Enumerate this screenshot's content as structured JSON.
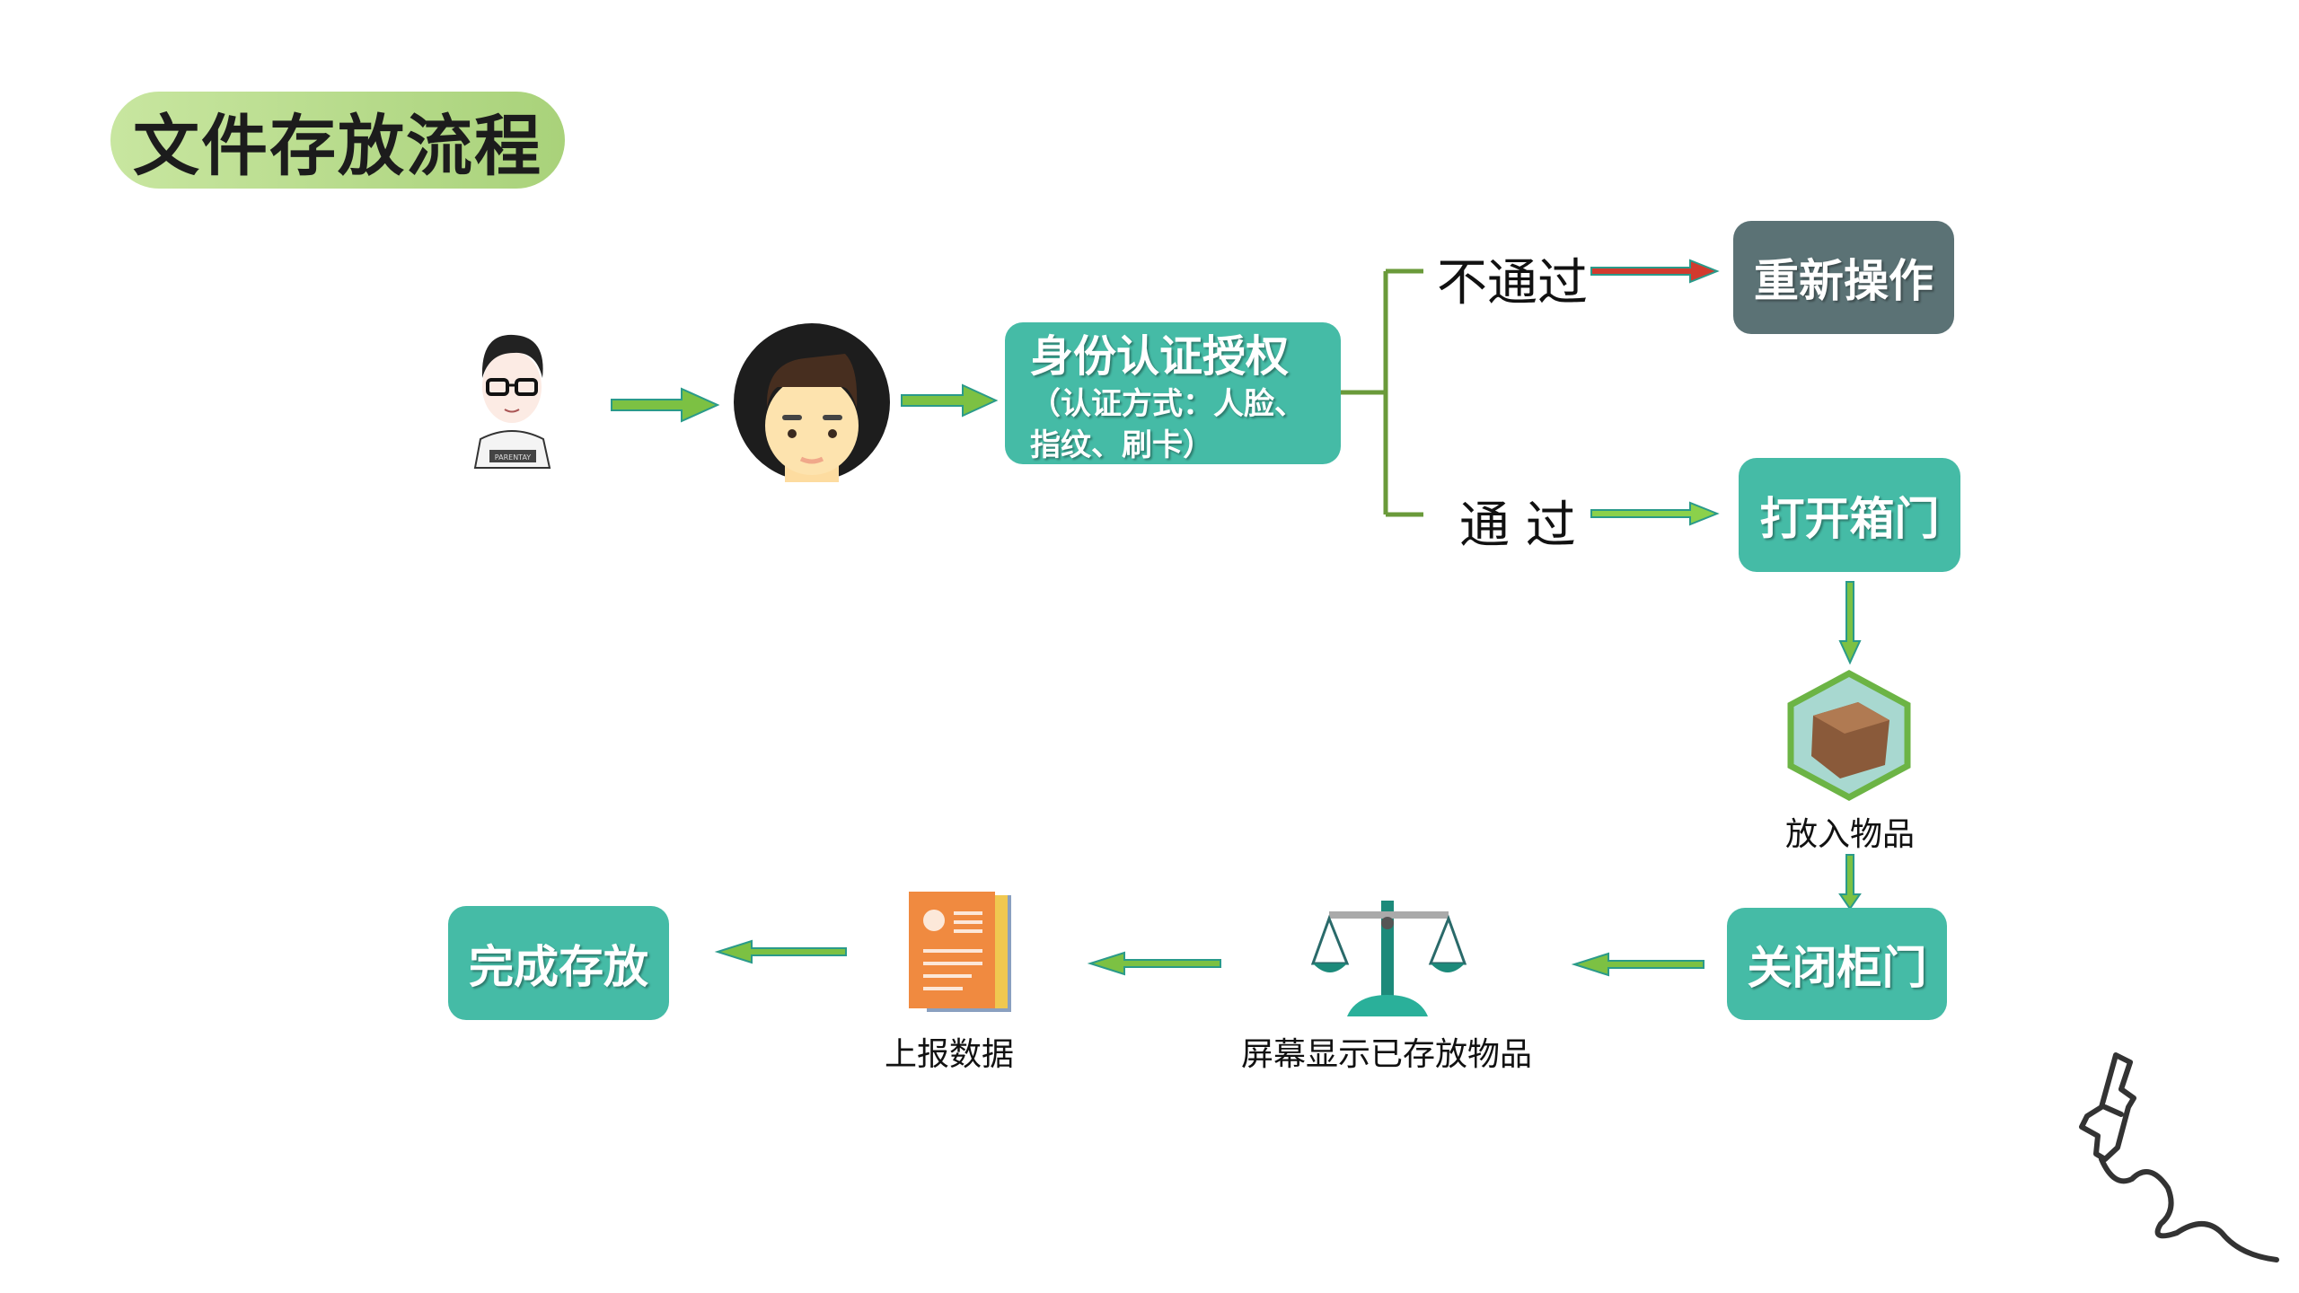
{
  "title": "文件存放流程",
  "steps": {
    "auth_title": "身份认证授权",
    "auth_detail_1": "（认证方式：人脸、",
    "auth_detail_2": "指纹、刷卡）",
    "fail_label": "不通过",
    "pass_label": "通 过",
    "retry": "重新操作",
    "open_door": "打开箱门",
    "put_items": "放入物品",
    "close_door": "关闭柜门",
    "screen_display": "屏幕显示已存放物品",
    "report_data": "上报数据",
    "complete": "完成存放"
  },
  "person_shirt_text": "PARENTAY",
  "colors": {
    "teal": "#45bba6",
    "gray": "#5b7275",
    "arrow_green": "#6aa63a",
    "fail_red": "#d23a2e",
    "bracket": "#6a9a3a"
  }
}
